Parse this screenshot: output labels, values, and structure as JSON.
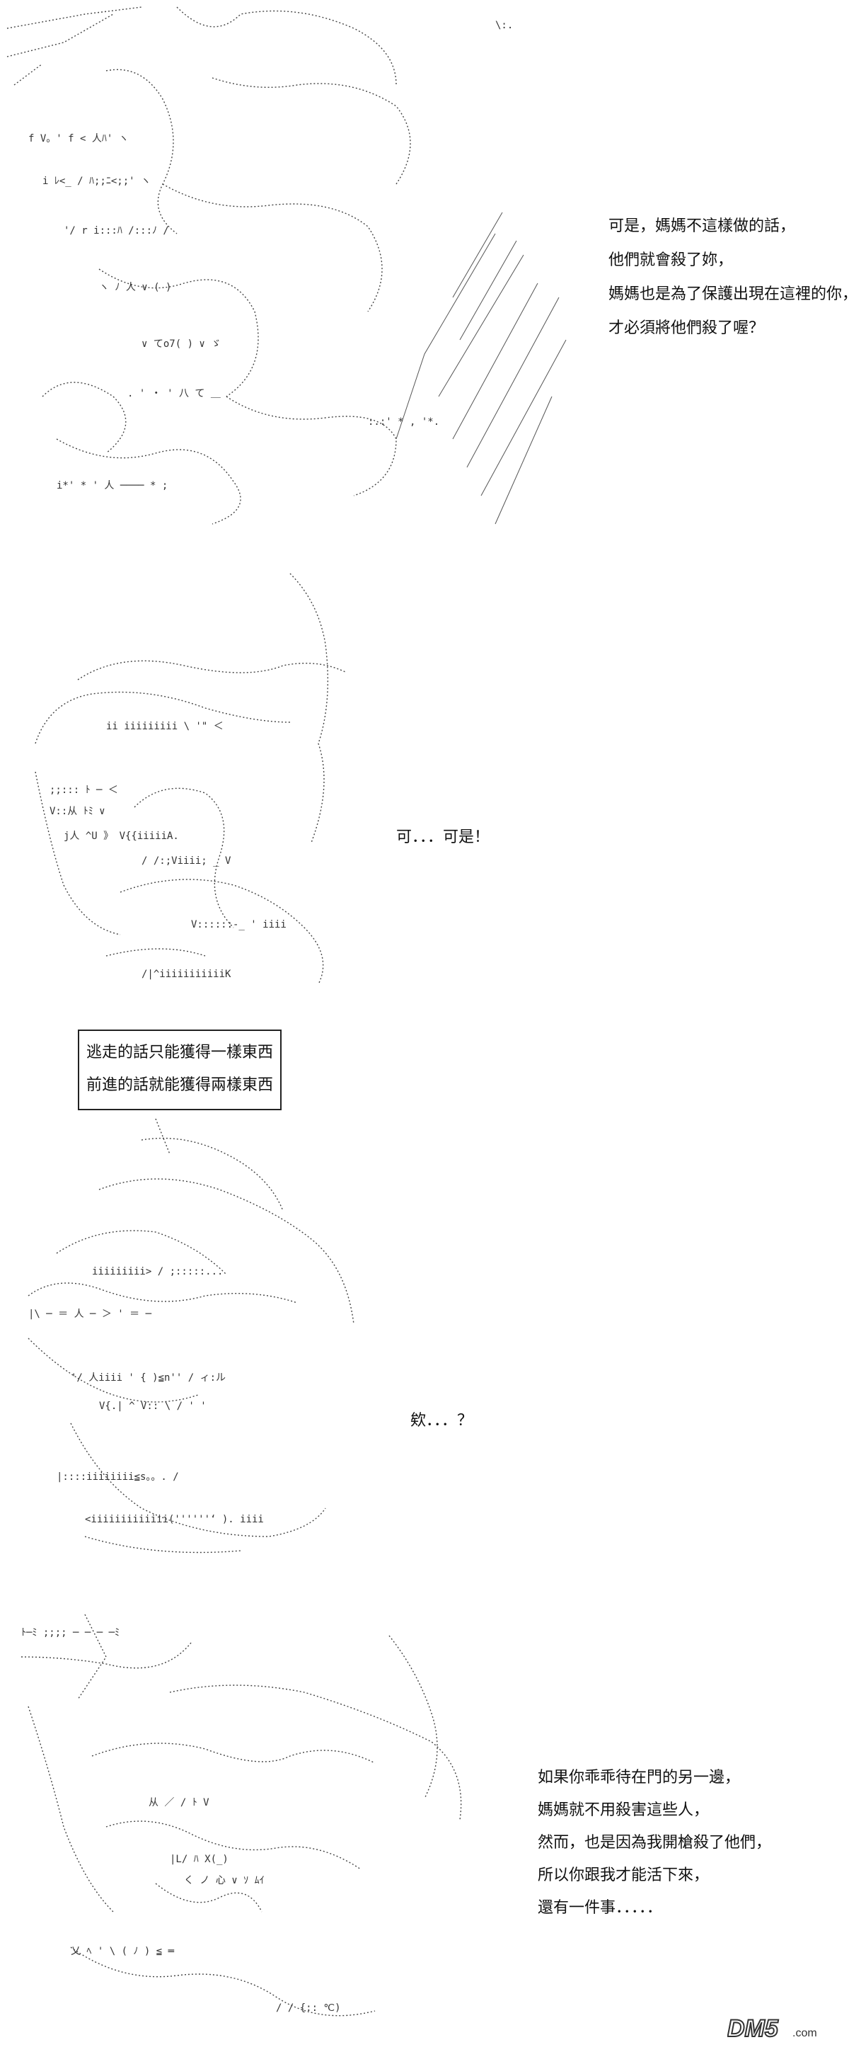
{
  "panels": [
    {
      "lines": [
        "可是，媽媽不這樣做的話，",
        "他們就會殺了妳，",
        "媽媽也是為了保護出現在這裡的你，",
        "才必須將他們殺了喔？"
      ]
    },
    {
      "lines": [
        "可．．．可是！"
      ]
    },
    {
      "box_lines": [
        "逃走的話只能獲得一樣東西",
        "前進的話就能獲得兩樣東西"
      ],
      "lines": [
        "欸．．．？"
      ]
    },
    {
      "lines": [
        "如果你乖乖待在門的另一邊，",
        "媽媽就不用殺害這些人，",
        "然而，也是因為我開槍殺了他們，",
        "所以你跟我才能活下來，",
        "還有一件事．．．．．"
      ]
    }
  ],
  "watermark": {
    "text": "DM5",
    "suffix": ".com",
    "color": "#333333"
  },
  "art": {
    "panel1": "ascii-art-mother-embracing-child",
    "panel2": "ascii-art-crying-child",
    "panel3": "ascii-art-child-surprised",
    "panel4": "ascii-art-mother-holding-child"
  }
}
